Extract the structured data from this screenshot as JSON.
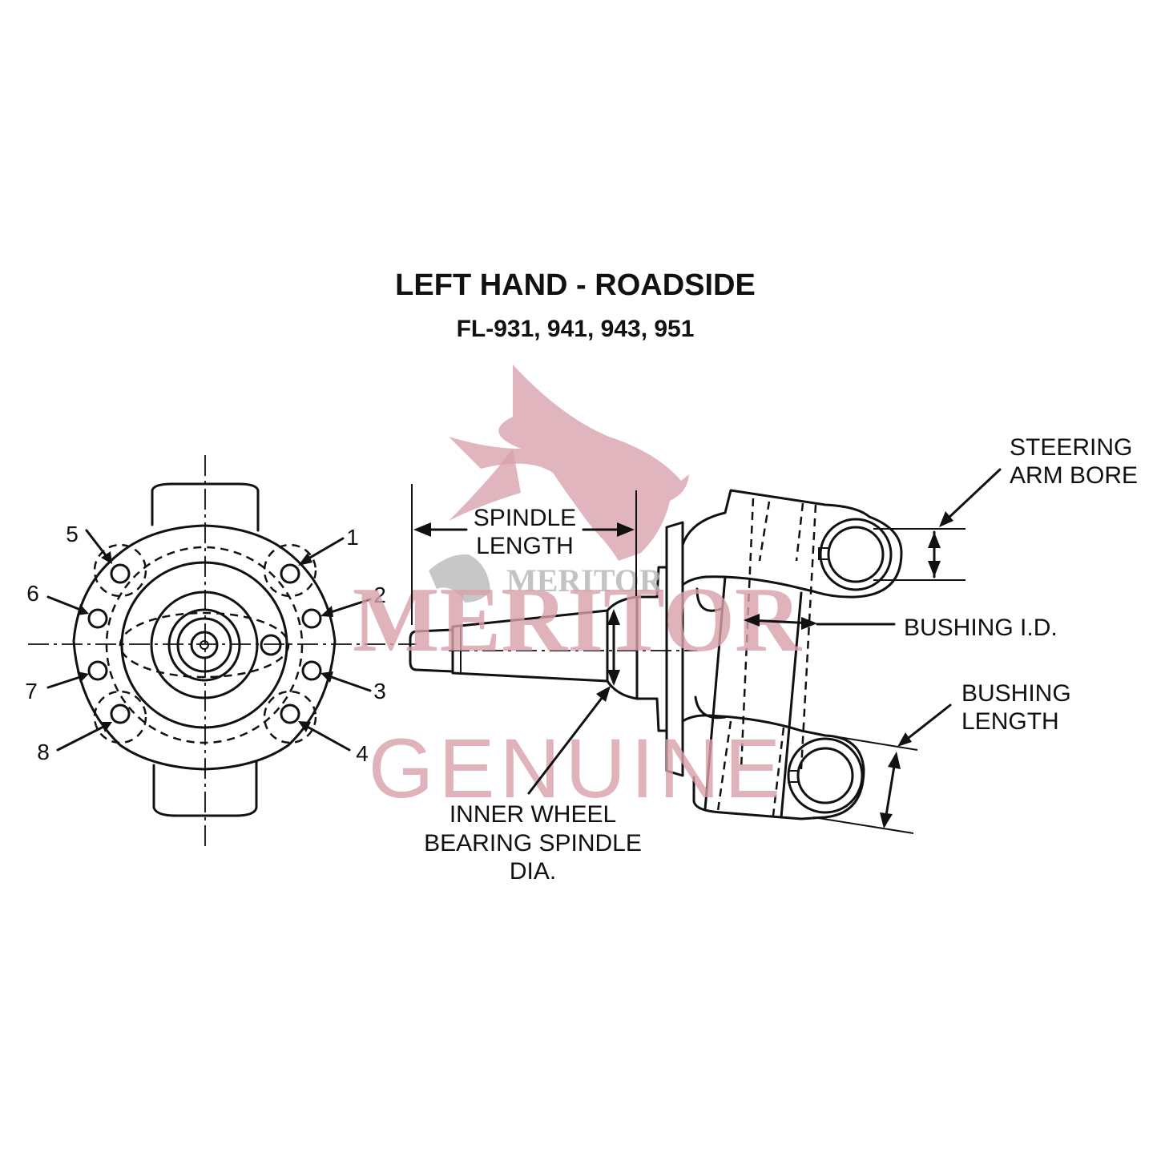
{
  "title": "LEFT HAND - ROADSIDE",
  "subtitle": "FL-931, 941, 943, 951",
  "labels": {
    "spindle_length_1": "SPINDLE",
    "spindle_length_2": "LENGTH",
    "steering_arm_1": "STEERING",
    "steering_arm_2": "ARM BORE",
    "bushing_id": "BUSHING I.D.",
    "bushing_length_1": "BUSHING",
    "bushing_length_2": "LENGTH",
    "inner_wheel_1": "INNER WHEEL",
    "inner_wheel_2": "BEARING SPINDLE",
    "inner_wheel_3": "DIA."
  },
  "hole_numbers": [
    "1",
    "2",
    "3",
    "4",
    "5",
    "6",
    "7",
    "8"
  ],
  "watermark": {
    "brand": "MERITOR",
    "brand_small": "MERITOR",
    "tagline": "GENUINE",
    "color": "#d9a0aa"
  }
}
